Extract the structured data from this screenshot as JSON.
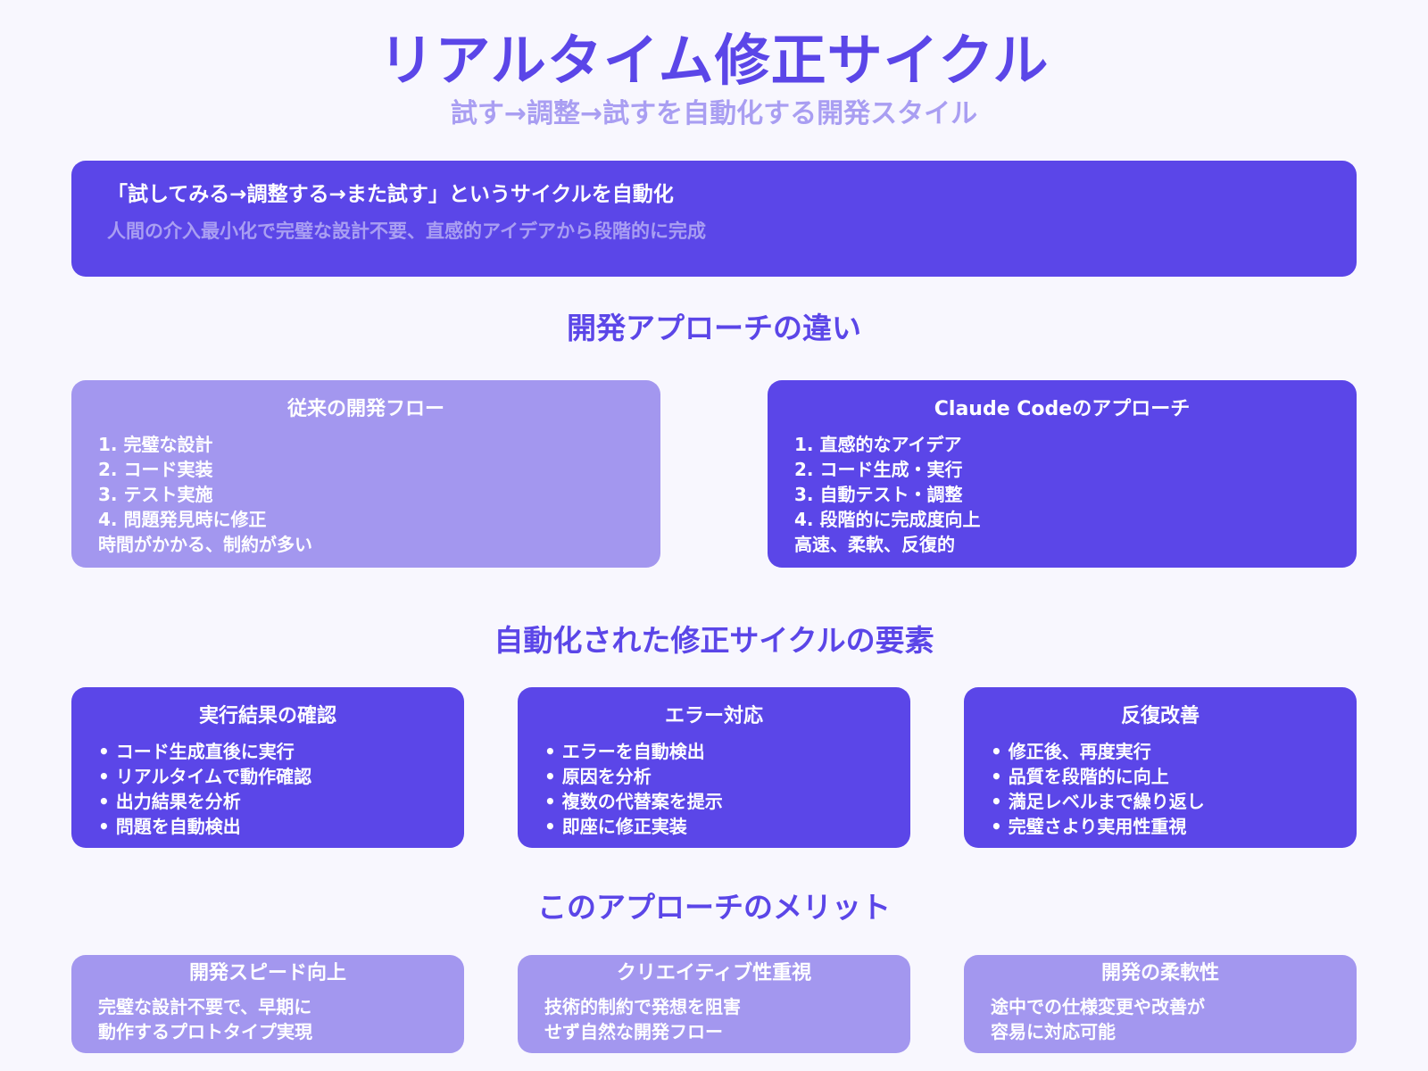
{
  "header": {
    "title": "リアルタイム修正サイクル",
    "subtitle": "試す→調整→試すを自動化する開発スタイル"
  },
  "intro": {
    "lead": "「試してみる→調整する→また試す」というサイクルを自動化",
    "sub": "人間の介入最小化で完璧な設計不要、直感的アイデアから段階的に完成"
  },
  "comparison": {
    "section_title": "開発アプローチの違い",
    "traditional": {
      "title": "従来の開発フロー",
      "items": [
        "1. 完璧な設計",
        "2. コード実装",
        "3. テスト実施",
        "4. 問題発見時に修正",
        "時間がかかる、制約が多い"
      ]
    },
    "claude": {
      "title": "Claude Codeのアプローチ",
      "items": [
        "1. 直感的なアイデア",
        "2. コード生成・実行",
        "3. 自動テスト・調整",
        "4. 段階的に完成度向上",
        "高速、柔軟、反復的"
      ]
    }
  },
  "elements": {
    "section_title": "自動化された修正サイクルの要素",
    "cards": [
      {
        "title": "実行結果の確認",
        "items": [
          "• コード生成直後に実行",
          "• リアルタイムで動作確認",
          "• 出力結果を分析",
          "• 問題を自動検出"
        ]
      },
      {
        "title": "エラー対応",
        "items": [
          "• エラーを自動検出",
          "• 原因を分析",
          "• 複数の代替案を提示",
          "• 即座に修正実装"
        ]
      },
      {
        "title": "反復改善",
        "items": [
          "• 修正後、再度実行",
          "• 品質を段階的に向上",
          "• 満足レベルまで繰り返し",
          "• 完璧さより実用性重視"
        ]
      }
    ]
  },
  "benefits": {
    "section_title": "このアプローチのメリット",
    "cards": [
      {
        "title": "開発スピード向上",
        "lines": [
          "完璧な設計不要で、早期に",
          "動作するプロトタイプ実現"
        ]
      },
      {
        "title": "クリエイティブ性重視",
        "lines": [
          "技術的制約で発想を阻害",
          "せず自然な開発フロー"
        ]
      },
      {
        "title": "開発の柔軟性",
        "lines": [
          "途中での仕様変更や改善が",
          "容易に対応可能"
        ]
      }
    ]
  },
  "colors": {
    "primary": "#5B46E8",
    "light": "#A397EF",
    "muted_text": "#A99EF2",
    "background": "#F8F7FE"
  }
}
